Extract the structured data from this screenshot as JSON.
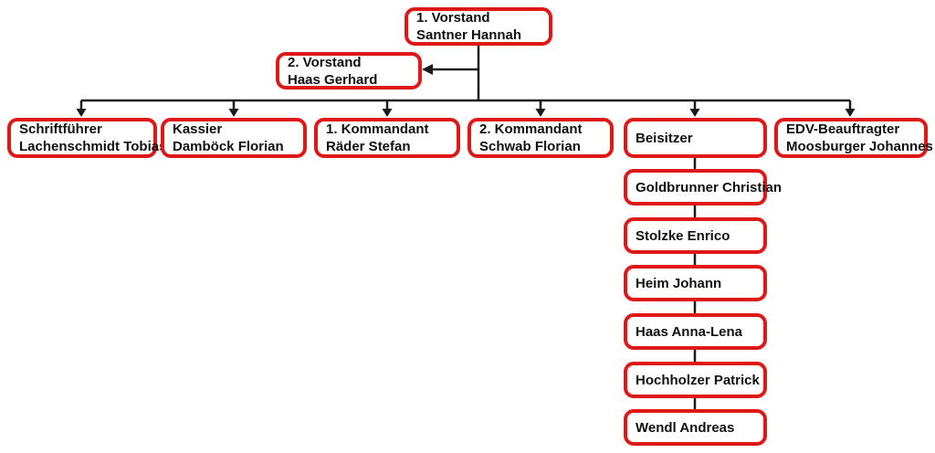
{
  "colors": {
    "box_border": "#e01717",
    "connector": "#1a1a1a",
    "text": "#111111",
    "background": "#ffffff"
  },
  "org": {
    "root": {
      "title": "1. Vorstand",
      "name": "Santner Hannah"
    },
    "deputy": {
      "title": "2. Vorstand",
      "name": "Haas Gerhard"
    },
    "row": [
      {
        "title": "Schriftführer",
        "name": "Lachenschmidt Tobias"
      },
      {
        "title": "Kassier",
        "name": "Damböck Florian"
      },
      {
        "title": "1. Kommandant",
        "name": "Räder Stefan"
      },
      {
        "title": "2. Kommandant",
        "name": "Schwab Florian"
      },
      {
        "title": "Beisitzer",
        "name": ""
      },
      {
        "title": "EDV-Beauftragter",
        "name": "Moosburger Johannes"
      }
    ],
    "beisitzer_members": [
      "Goldbrunner Christian",
      "Stolzke Enrico",
      "Heim Johann",
      "Haas Anna-Lena",
      "Hochholzer Patrick",
      "Wendl Andreas"
    ]
  }
}
